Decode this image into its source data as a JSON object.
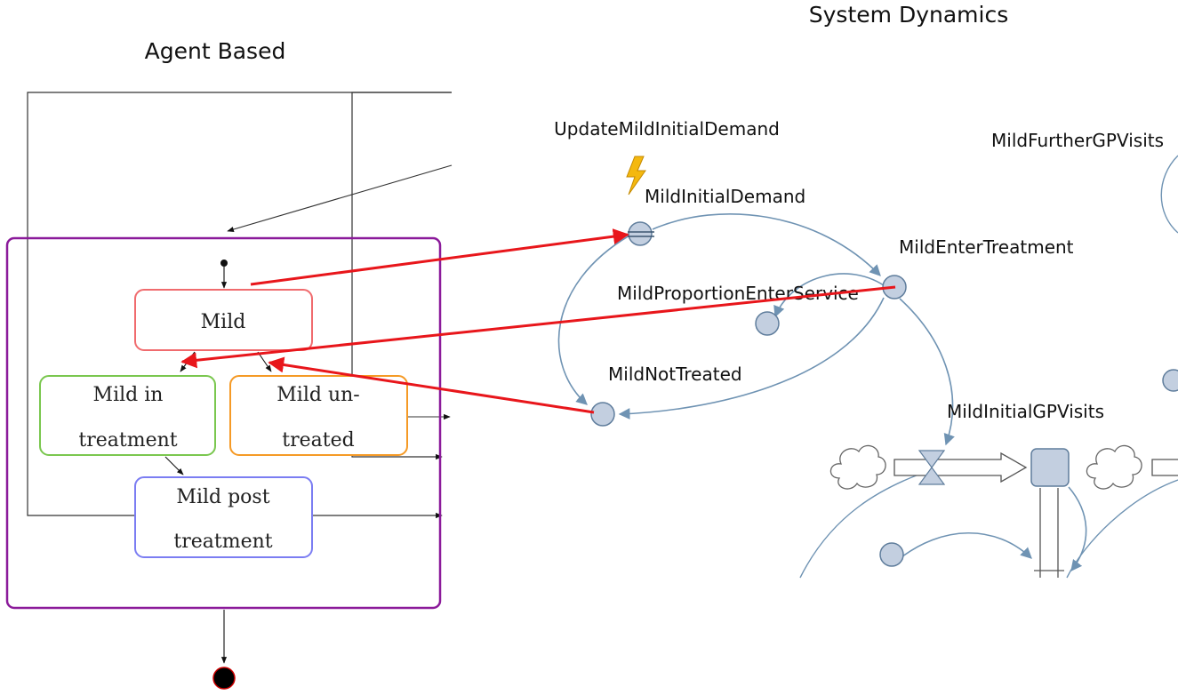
{
  "agent_based": {
    "heading": "Agent Based",
    "states": {
      "mild": {
        "lines": [
          "Mild"
        ],
        "color": "#f06b6e"
      },
      "in_treatment": {
        "lines": [
          "Mild in",
          "treatment"
        ],
        "color": "#7ac74f"
      },
      "untreated": {
        "lines": [
          "Mild un-",
          "treated"
        ],
        "color": "#f59a26"
      },
      "post_treatment": {
        "lines": [
          "Mild post",
          "treatment"
        ],
        "color": "#7b7df2"
      }
    },
    "composite_color": "#8b1a9a"
  },
  "system_dynamics": {
    "heading": "System Dynamics",
    "event": "UpdateMildInitialDemand",
    "variables": {
      "initial_demand": "MildInitialDemand",
      "enter_treatment": "MildEnterTreatment",
      "proportion_enter_service": "MildProportionEnterService",
      "not_treated": "MildNotTreated",
      "initial_gp_visits": "MildInitialGPVisits",
      "further_gp_visits": "MildFurtherGPVisits"
    },
    "colors": {
      "link": "#6f93b3",
      "node_fill": "#c3cfe0",
      "node_stroke": "#5f7d9c"
    }
  },
  "mapping_arrow_color": "#e8161b"
}
